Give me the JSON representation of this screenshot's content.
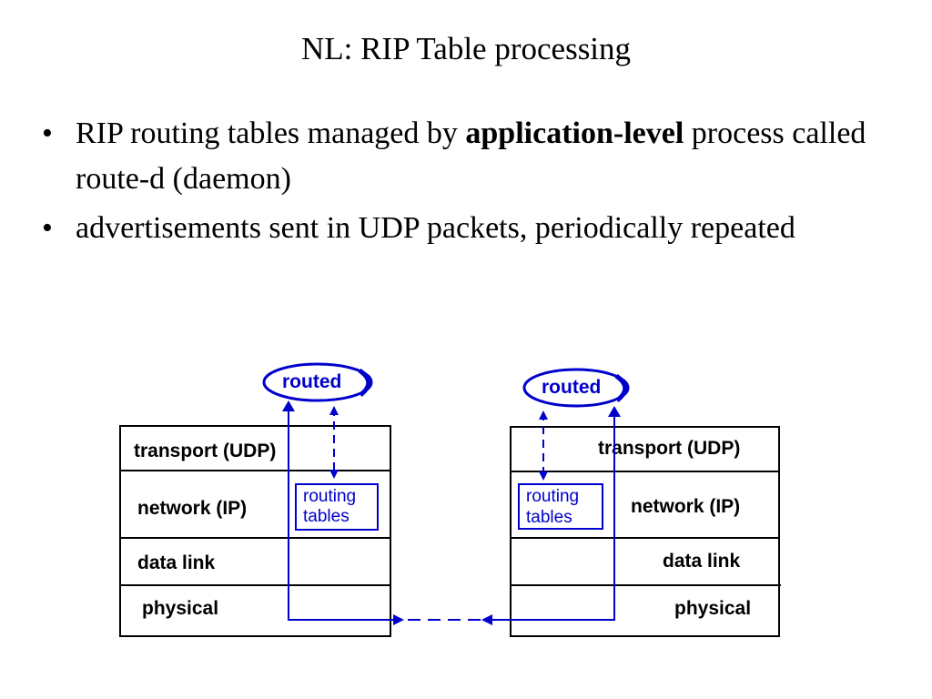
{
  "title": "NL: RIP Table processing",
  "bullets": [
    {
      "pre": "RIP routing tables managed by ",
      "bold": "application-level",
      "post": " process called route-d (daemon)"
    },
    {
      "pre": "advertisements sent in UDP packets, periodically repeated",
      "bold": "",
      "post": ""
    }
  ],
  "bullet_symbol": "•",
  "left_stack": {
    "daemon": "routed",
    "layers": [
      "transport (UDP)",
      "network (IP)",
      "data link",
      "physical"
    ],
    "routing_tables": [
      "routing",
      "tables"
    ]
  },
  "right_stack": {
    "daemon": "routed",
    "layers": [
      "transport (UDP)",
      "network (IP)",
      "data link",
      "physical"
    ],
    "routing_tables": [
      "routing",
      "tables"
    ]
  },
  "colors": {
    "arrows": "#0000cc",
    "boxes": "#000000"
  }
}
